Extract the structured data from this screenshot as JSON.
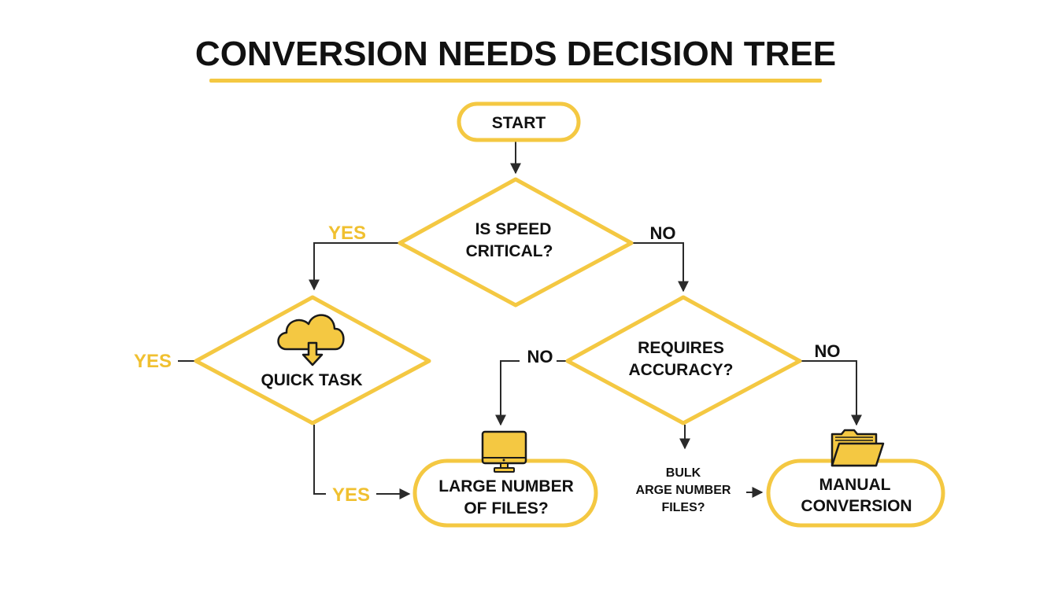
{
  "title": "CONVERSION NEEDS DECISION TREE",
  "colors": {
    "accent": "#F4C842",
    "yes_label": "#F0C030",
    "text": "#111111",
    "line": "#2a2a2a",
    "background": "#ffffff"
  },
  "nodes": {
    "start": {
      "label": "START"
    },
    "speed": {
      "line1": "IS SPEED",
      "line2": "CRITICAL?"
    },
    "quick_task": {
      "label": "QUICK TASK",
      "icon": "cloud-download-icon"
    },
    "accuracy": {
      "line1": "REQUIRES",
      "line2": "ACCURACY?"
    },
    "large_files": {
      "line1": "LARGE NUMBER",
      "line2": "OF FILES?",
      "icon": "monitor-icon"
    },
    "bulk": {
      "line1": "BULK",
      "line2": "ARGE NUMBER",
      "line3": "FILES?"
    },
    "manual": {
      "line1": "MANUAL",
      "line2": "CONVERSION",
      "icon": "folder-icon"
    }
  },
  "edge_labels": {
    "speed_yes": "YES",
    "speed_no": "NO",
    "quick_yes_left": "YES",
    "quick_yes_bottom": "YES",
    "accuracy_no_left": "NO",
    "accuracy_no_right": "NO"
  }
}
